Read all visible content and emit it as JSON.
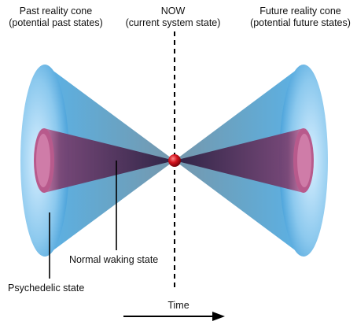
{
  "labels": {
    "past_cone": [
      "Past reality cone",
      "(potential past states)"
    ],
    "now": [
      "NOW",
      "(current system state)"
    ],
    "future_cone": [
      "Future reality cone",
      "(potential future states)"
    ],
    "normal_waking": "Normal waking state",
    "psychedelic": "Psychedelic state",
    "time": "Time"
  },
  "colors": {
    "outer_cone": "#5fb2e3",
    "inner_cone": "#6b2a55",
    "now_point": "#c0101a",
    "line": "#000000"
  }
}
